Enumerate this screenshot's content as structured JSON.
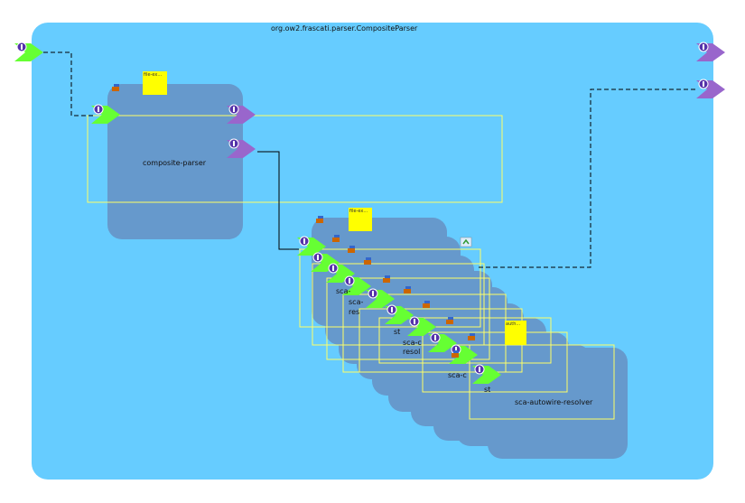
{
  "composite": {
    "title": "org.ow2.frascati.parser.CompositeParser"
  },
  "components": {
    "composite_parser": "composite-parser",
    "stack_labels": [
      "sca-",
      "res",
      "sca-",
      "st",
      "sca-c",
      "resol",
      "sca-c",
      "st"
    ],
    "autowire": "sca-autowire-resolver"
  },
  "notes": {
    "file_ex_1": "file-ex...",
    "file_ex_2": "file-ex...",
    "auth": "auth..."
  },
  "icons": {
    "interface": "interface-icon",
    "binding": "binding-icon",
    "collapse": "collapse-icon"
  },
  "colors": {
    "background": "#66ccff",
    "component": "#6699cc",
    "service": "#66ff33",
    "reference": "#9966cc",
    "note": "#ffff00",
    "selection": "#ffff66"
  }
}
